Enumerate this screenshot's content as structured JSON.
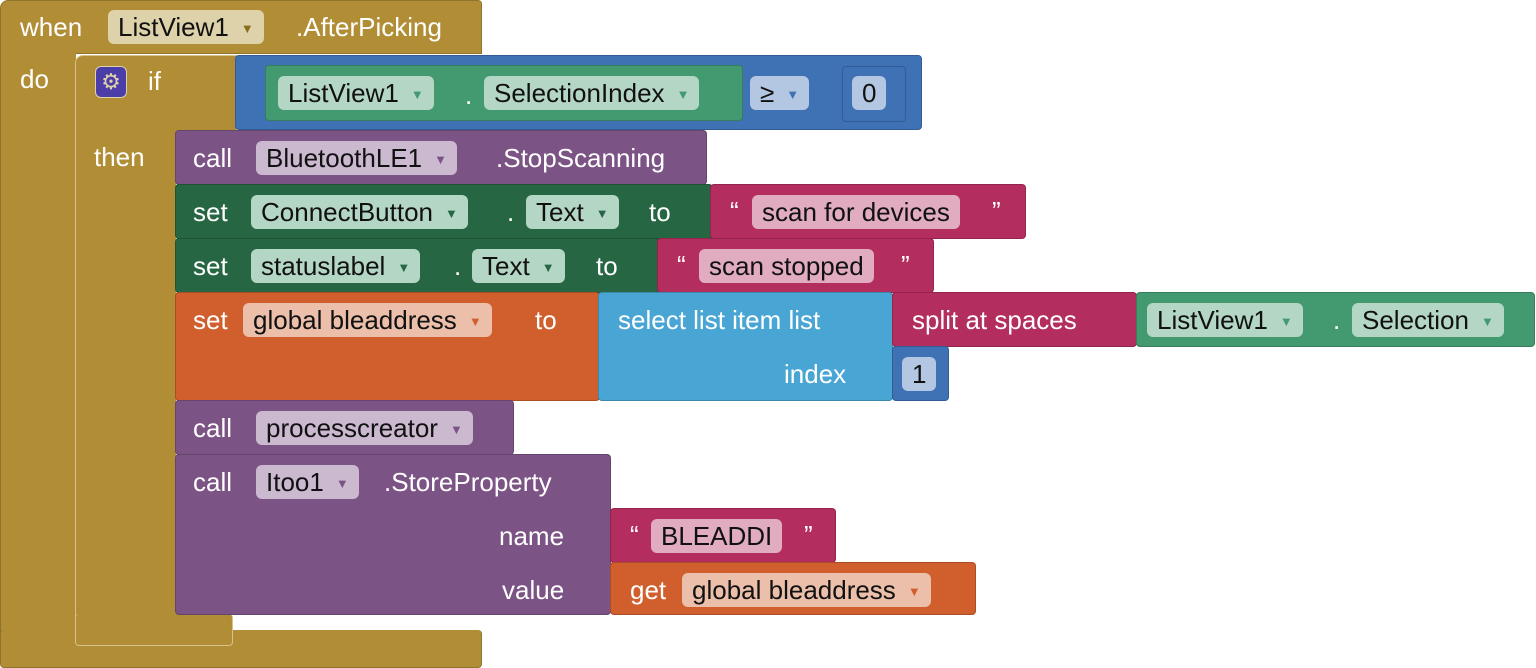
{
  "event": {
    "when": "when",
    "component": "ListView1",
    "event": ".AfterPicking",
    "do": "do"
  },
  "if_block": {
    "if": "if",
    "then": "then",
    "icon": "gear-icon"
  },
  "condition": {
    "component": "ListView1",
    "dot": ".",
    "property": "SelectionIndex",
    "operator": "≥",
    "value": "0"
  },
  "stop": {
    "call": "call",
    "component": "BluetoothLE1",
    "method": ".StopScanning"
  },
  "set1": {
    "set": "set",
    "component": "ConnectButton",
    "dot": ".",
    "property": "Text",
    "to": "to",
    "open_quote": "“",
    "text": "scan for devices",
    "close_quote": "”"
  },
  "set2": {
    "set": "set",
    "component": "statuslabel",
    "dot": ".",
    "property": "Text",
    "to": "to",
    "open_quote": "“",
    "text": "scan stopped",
    "close_quote": "”"
  },
  "set3": {
    "set": "set",
    "variable": "global bleaddress",
    "to": "to",
    "select": "select list item  list",
    "index_label": "index",
    "index": "1",
    "split": "split at spaces",
    "component": "ListView1",
    "dot": ".",
    "property": "Selection"
  },
  "proc": {
    "call": "call",
    "name": "processcreator"
  },
  "store": {
    "call": "call",
    "component": "Itoo1",
    "method": ".StoreProperty",
    "name_label": "name",
    "open_quote": "“",
    "name": "BLEADDI",
    "close_quote": "”",
    "value_label": "value",
    "get": "get",
    "variable": "global bleaddress"
  }
}
